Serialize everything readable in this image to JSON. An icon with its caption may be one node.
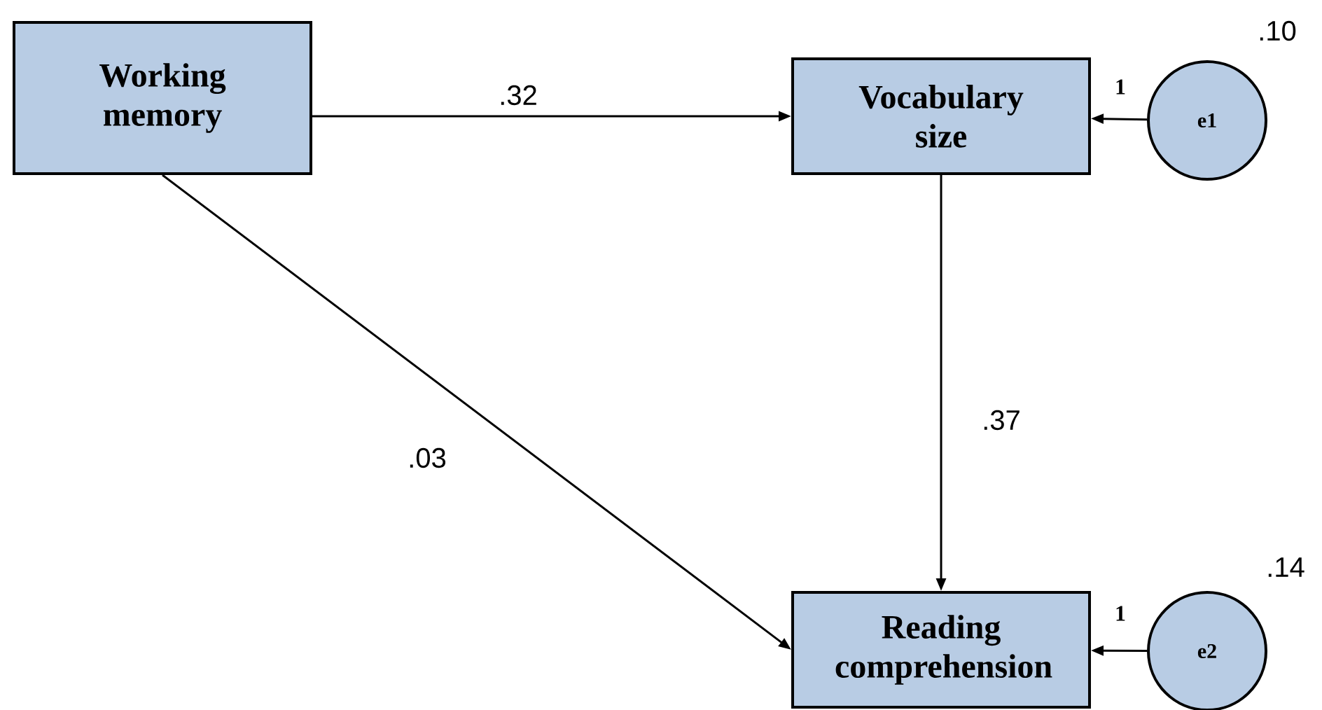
{
  "diagram": {
    "nodes": [
      {
        "text": [
          "Working memory"
        ]
      },
      {
        "text": [
          "Vocabulary size"
        ]
      },
      {
        "text": [
          "Reading comprehension"
        ]
      },
      {
        "text": [
          "e1"
        ],
        "beside": [
          ".10"
        ]
      },
      {
        "text": [
          "e2"
        ],
        "beside": [
          ".14"
        ]
      }
    ],
    "edges": [
      {
        "from": 0,
        "to": 1,
        "arrow": "to",
        "label": ".32"
      },
      {
        "from": 0,
        "to": 2,
        "arrow": "to",
        "label": ".03"
      },
      {
        "from": 1,
        "to": 2,
        "arrow": "to",
        "label": ".37"
      },
      {
        "from": 3,
        "to": 1,
        "arrow": "to",
        "label": "1"
      },
      {
        "from": 4,
        "to": 2,
        "arrow": "to",
        "label": "1"
      }
    ]
  }
}
